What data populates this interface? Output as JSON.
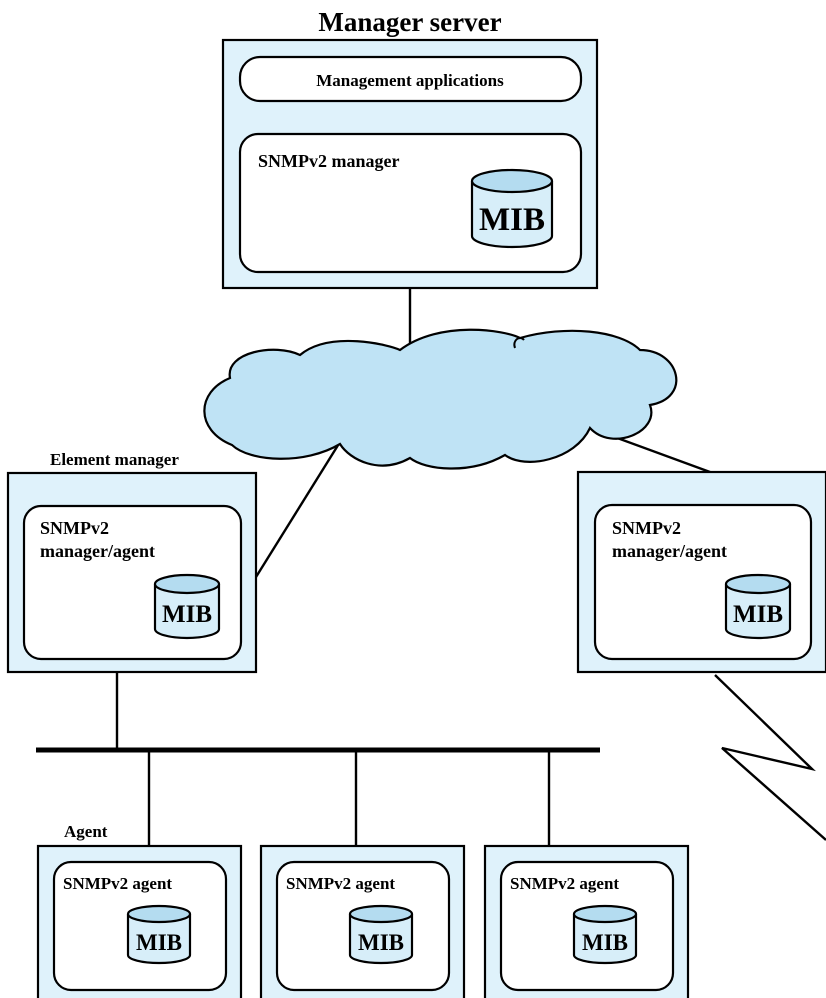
{
  "colors": {
    "box_fill": "#dff2fb",
    "inner_fill": "#ffffff",
    "cloud_fill": "#bfe3f5",
    "db_fill": "#d7eef9",
    "db_top": "#b4dcf0",
    "stroke": "#000000"
  },
  "labels": {
    "manager_server_title": "Manager server",
    "management_applications": "Management applications",
    "snmpv2_manager": "SNMPv2 manager",
    "element_manager_title": "Element manager",
    "snmpv2_line1": "SNMPv2",
    "manager_agent_line2": "manager/agent",
    "agent_title": "Agent",
    "snmpv2_agent": "SNMPv2 agent",
    "mib": "MIB"
  }
}
